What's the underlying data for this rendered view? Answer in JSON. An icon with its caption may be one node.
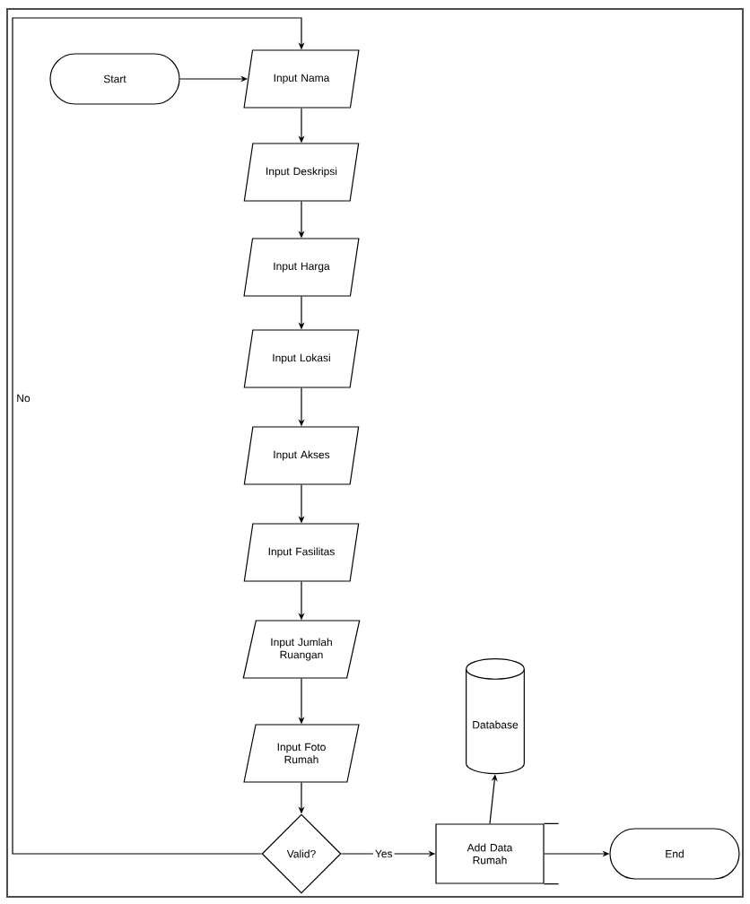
{
  "diagram": {
    "nodes": [
      {
        "text": [
          "Start"
        ]
      },
      {
        "text": [
          "Input Nama"
        ]
      },
      {
        "text": [
          "Input Deskripsi"
        ]
      },
      {
        "text": [
          "Input Harga"
        ]
      },
      {
        "text": [
          "Input Lokasi"
        ]
      },
      {
        "text": [
          "Input Akses"
        ]
      },
      {
        "text": [
          "Input Fasilitas"
        ]
      },
      {
        "text": [
          "Input Jumlah Ruangan"
        ]
      },
      {
        "text": [
          "Input Foto Rumah"
        ]
      },
      {
        "text": [
          "Database"
        ]
      },
      {
        "text": [
          "Valid?"
        ]
      },
      {
        "text": [
          "Add Data Rumah"
        ]
      },
      {
        "text": [
          "End"
        ]
      }
    ],
    "edges": [
      {
        "from": 0,
        "to": 1,
        "arrow": "to"
      },
      {
        "from": 1,
        "to": 2,
        "arrow": "to"
      },
      {
        "from": 2,
        "to": 3,
        "arrow": "to"
      },
      {
        "from": 3,
        "to": 4,
        "arrow": "to"
      },
      {
        "from": 4,
        "to": 5,
        "arrow": "to"
      },
      {
        "from": 5,
        "to": 6,
        "arrow": "to"
      },
      {
        "from": 6,
        "to": 7,
        "arrow": "to"
      },
      {
        "from": 7,
        "to": 8,
        "arrow": "to"
      },
      {
        "from": 8,
        "to": 10,
        "arrow": "to"
      },
      {
        "from": 10,
        "to": 11,
        "label": "Yes",
        "arrow": "to"
      },
      {
        "from": 11,
        "to": 9,
        "arrow": "to"
      },
      {
        "from": 11,
        "to": 12,
        "arrow": "to"
      },
      {
        "from": 10,
        "to": 1,
        "label": "No",
        "arrow": "to"
      }
    ]
  }
}
